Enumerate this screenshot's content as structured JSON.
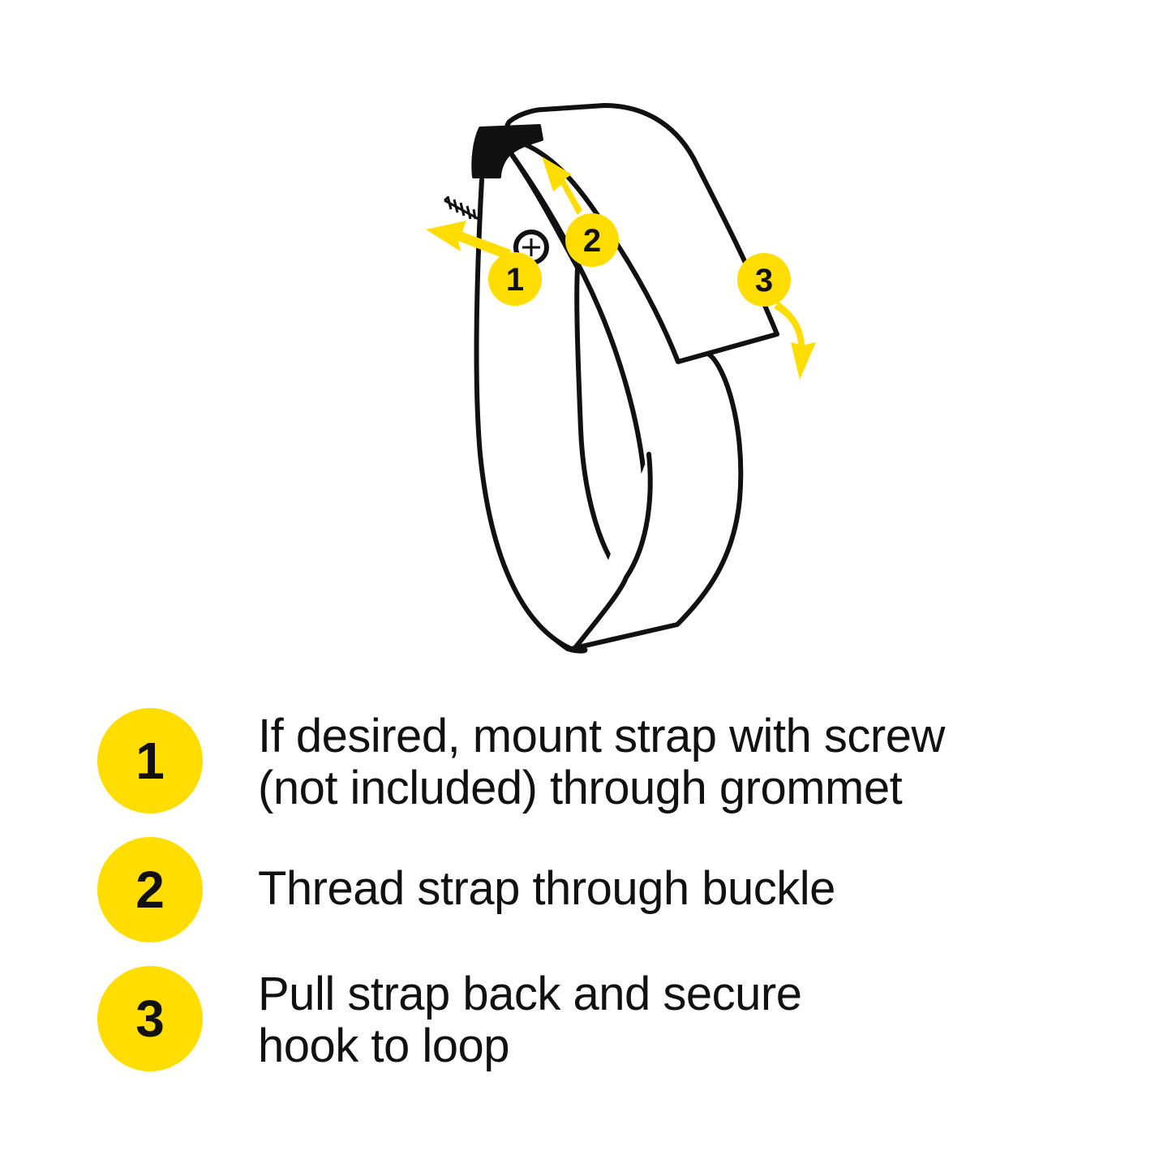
{
  "colors": {
    "accent": "#FFDD00",
    "ink": "#111111",
    "background": "#FFFFFF"
  },
  "diagram": {
    "callouts": [
      "1",
      "2",
      "3"
    ],
    "icons": [
      "strap-icon",
      "buckle-icon",
      "screw-icon",
      "grommet-icon",
      "arrow-icon"
    ]
  },
  "steps": [
    {
      "number": "1",
      "lines": [
        "If desired, mount strap with screw",
        "(not included) through grommet"
      ]
    },
    {
      "number": "2",
      "lines": [
        "Thread strap through buckle"
      ]
    },
    {
      "number": "3",
      "lines": [
        "Pull strap back and secure",
        "hook to loop"
      ]
    }
  ]
}
